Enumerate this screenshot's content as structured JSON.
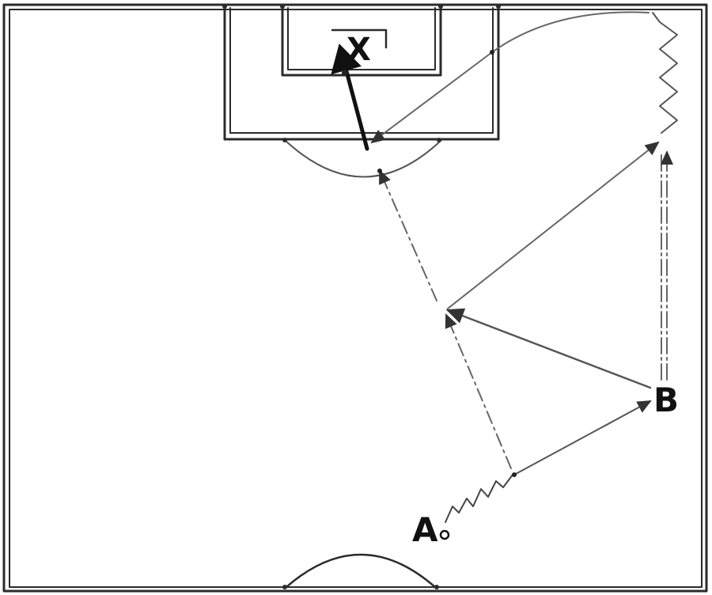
{
  "diagram": {
    "labels": {
      "defender": "X",
      "player_a": "A",
      "player_b": "B"
    },
    "colors": {
      "court_lines": "#2b2b2b",
      "paths": "#444444",
      "background": "#ffffff"
    }
  }
}
